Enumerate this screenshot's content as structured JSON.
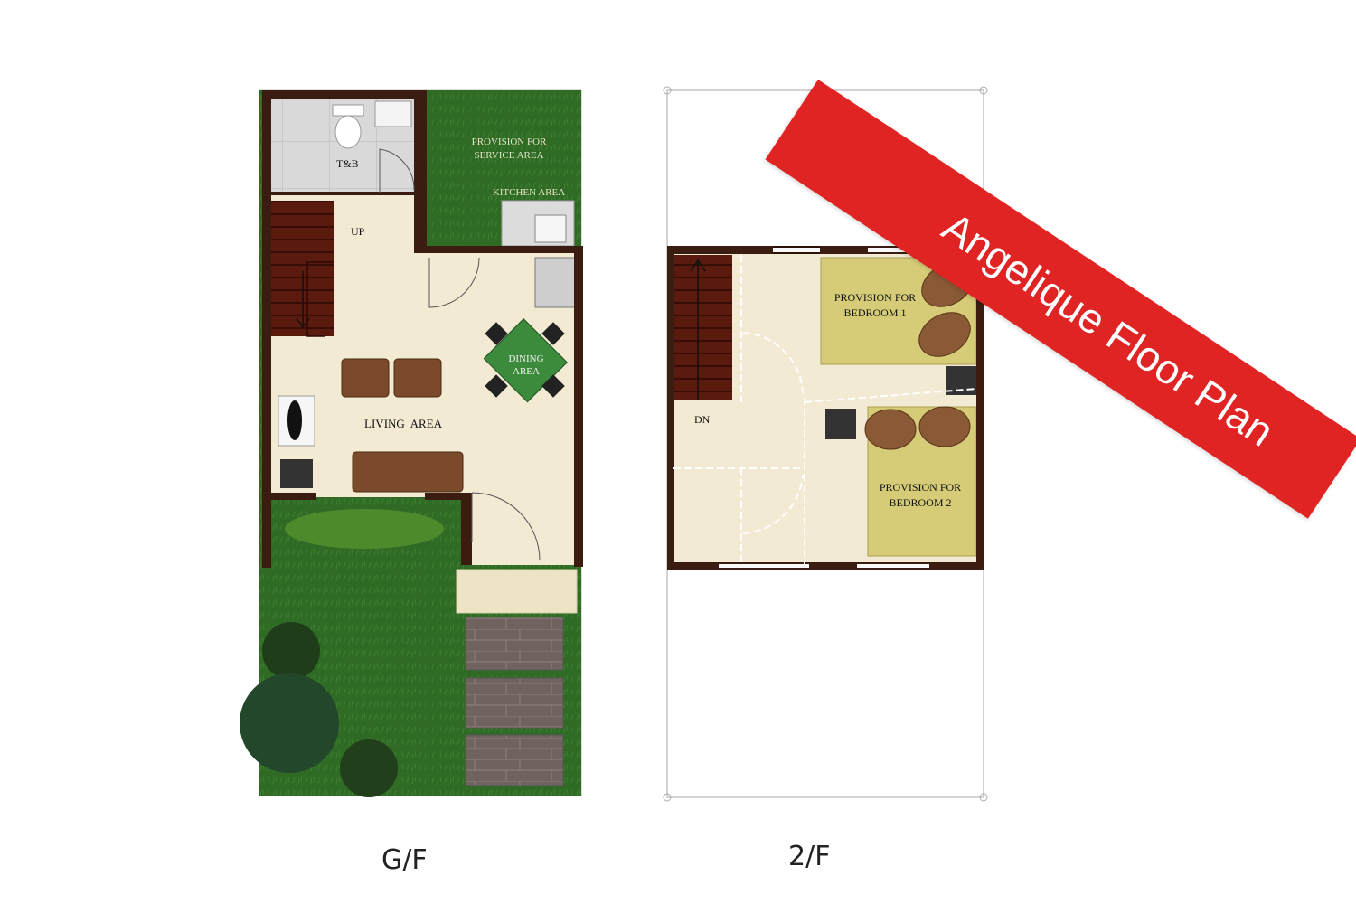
{
  "banner": {
    "title": "Angelique Floor Plan"
  },
  "ground_floor": {
    "label": "G/F",
    "rooms": {
      "tb": "T&B",
      "service_line1": "PROVISION FOR",
      "service_line2": "SERVICE AREA",
      "kitchen": "KITCHEN AREA",
      "up": "UP",
      "dining_line1": "DINING",
      "dining_line2": "AREA",
      "living": "LIVING  AREA"
    }
  },
  "second_floor": {
    "label": "2/F",
    "rooms": {
      "dn": "DN",
      "bedroom1_line1": "PROVISION FOR",
      "bedroom1_line2": "BEDROOM 1",
      "bedroom2_line1": "PROVISION FOR",
      "bedroom2_line2": "BEDROOM 2"
    }
  },
  "colors": {
    "banner": "#e02424",
    "wall": "#3a1d10",
    "floor": "#f2ead2",
    "lawn": "#2f6b25",
    "bed": "#d6cc78",
    "pillow": "#8a5a36",
    "sofa": "#7a4a2a",
    "stair": "#5a1a0e"
  }
}
